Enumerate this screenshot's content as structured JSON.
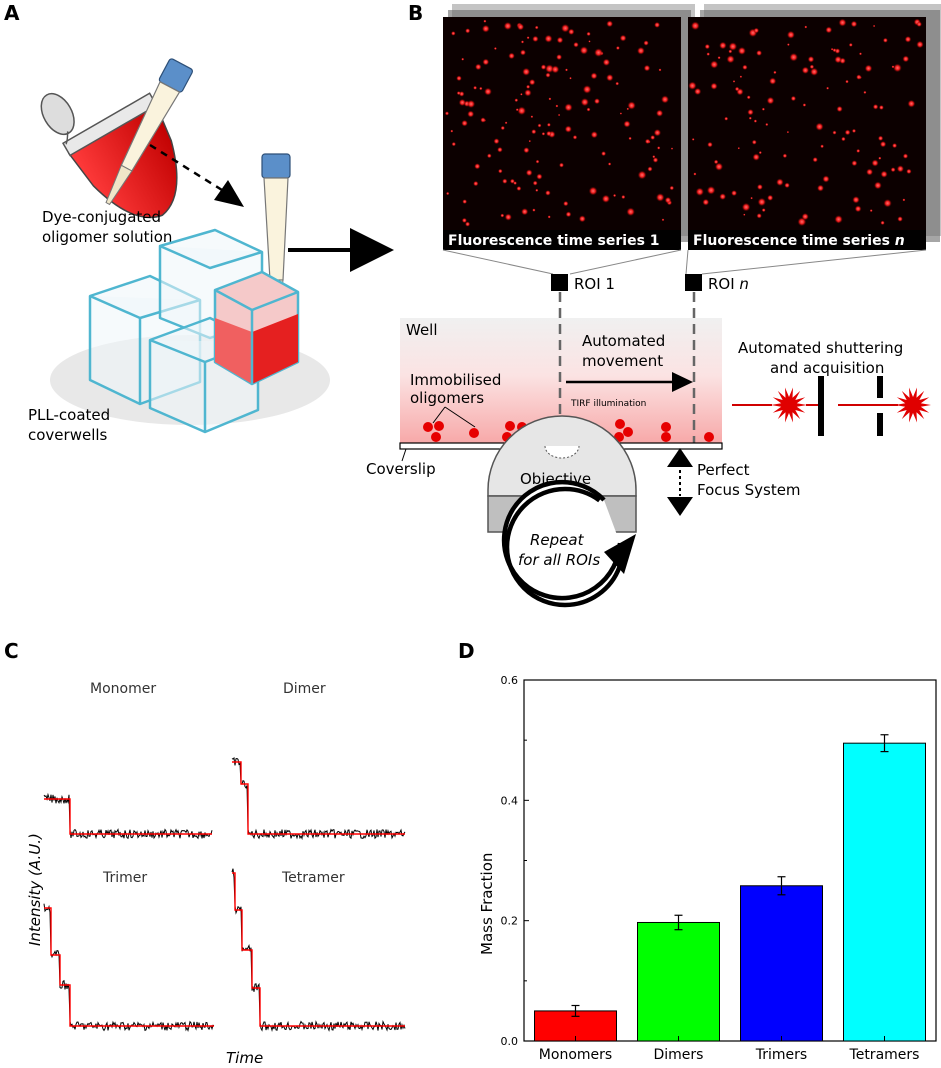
{
  "panels": {
    "a": "A",
    "b": "B",
    "c": "C",
    "d": "D"
  },
  "panel_a": {
    "solution_line1": "Dye-conjugated",
    "solution_line2": "oligomer solution",
    "coverwells_line1": "PLL-coated",
    "coverwells_line2": "coverwells"
  },
  "panel_b": {
    "series1_label": "Fluorescence time series 1",
    "seriesn_label": "Fluorescence time series ",
    "seriesn_italic": "n",
    "roi1": "ROI 1",
    "roin": "ROI ",
    "roin_italic": "n",
    "well": "Well",
    "movement_line1": "Automated",
    "movement_line2": "movement",
    "tirf": "TIRF illumination",
    "immobilised_line1": "Immobilised",
    "immobilised_line2": "oligomers",
    "shutter_line1": "Automated shuttering",
    "shutter_line2": "and acquisition",
    "coverslip": "Coverslip",
    "objective": "Objective",
    "focus_line1": "Perfect",
    "focus_line2": "Focus System",
    "repeat_line1": "Repeat",
    "repeat_line2": "for all ROIs"
  },
  "panel_c": {
    "traces": [
      "Monomer",
      "Dimer",
      "Trimer",
      "Tetramer"
    ],
    "ylabel": "Intensity (A.U.)",
    "xlabel": "Time"
  },
  "colors": {
    "bar_monomers": "#ff0000",
    "bar_dimers": "#00ff00",
    "bar_trimers": "#0000ff",
    "bar_tetramers": "#00ffff",
    "fit": "#ff0000",
    "trace": "#000000"
  },
  "chart_data": {
    "type": "bar",
    "categories": [
      "Monomers",
      "Dimers",
      "Trimers",
      "Tetramers"
    ],
    "values": [
      0.05,
      0.197,
      0.258,
      0.495
    ],
    "errors": [
      0.009,
      0.012,
      0.015,
      0.014
    ],
    "ylabel": "Mass Fraction",
    "ylim": [
      0,
      0.6
    ],
    "yticks": [
      "0.0",
      "0.2",
      "0.4",
      "0.6"
    ],
    "grid": false
  }
}
